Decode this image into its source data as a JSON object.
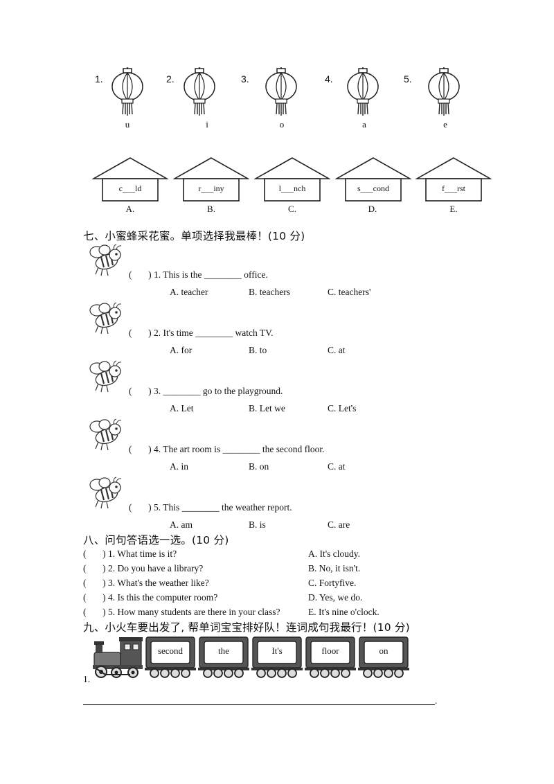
{
  "lanterns": [
    {
      "num": "1.",
      "letter": "u"
    },
    {
      "num": "2.",
      "letter": "i"
    },
    {
      "num": "3.",
      "letter": "o"
    },
    {
      "num": "4.",
      "letter": "a"
    },
    {
      "num": "5.",
      "letter": "e"
    }
  ],
  "houses": [
    {
      "word": "c___ld",
      "label": "A."
    },
    {
      "word": "r___iny",
      "label": "B."
    },
    {
      "word": "l___nch",
      "label": "C."
    },
    {
      "word": "s___cond",
      "label": "D."
    },
    {
      "word": "f___rst",
      "label": "E."
    }
  ],
  "section7": {
    "title": "七、小蜜蜂采花蜜。单项选择我最棒！(10 分)",
    "questions": [
      {
        "stem": "(       ) 1. This is the ________ office.",
        "options": [
          "A. teacher",
          "B. teachers",
          "C. teachers'"
        ]
      },
      {
        "stem": "(       ) 2. It's time ________ watch TV.",
        "options": [
          "A. for",
          "B. to",
          "C. at"
        ]
      },
      {
        "stem": "(       ) 3. ________ go to the playground.",
        "options": [
          "A. Let",
          "B. Let we",
          "C. Let's"
        ]
      },
      {
        "stem": "(       ) 4. The art room is ________ the second floor.",
        "options": [
          "A. in",
          "B. on",
          "C. at"
        ]
      },
      {
        "stem": "(       ) 5. This ________ the weather report.",
        "options": [
          "A. am",
          "B. is",
          "C. are"
        ]
      }
    ]
  },
  "section8": {
    "title": "八、问句答语选一选。(10 分)",
    "rows": [
      {
        "q": "(       ) 1. What time is it?",
        "a": "A. It's cloudy."
      },
      {
        "q": "(       ) 2. Do you have a library?",
        "a": "B. No, it isn't."
      },
      {
        "q": "(       ) 3. What's the weather like?",
        "a": "C. Fortyfive."
      },
      {
        "q": "(       ) 4. Is this the computer room?",
        "a": "D. Yes, we do."
      },
      {
        "q": "(       ) 5. How many students are there in your class?",
        "a": "E. It's nine o'clock."
      }
    ]
  },
  "section9": {
    "title": "九、小火车要出发了, 帮单词宝宝排好队！连词成句我最行！(10 分)",
    "cars": [
      "second",
      "the",
      "It's",
      "floor",
      "on"
    ],
    "item_number": "1.",
    "line_end": "."
  }
}
